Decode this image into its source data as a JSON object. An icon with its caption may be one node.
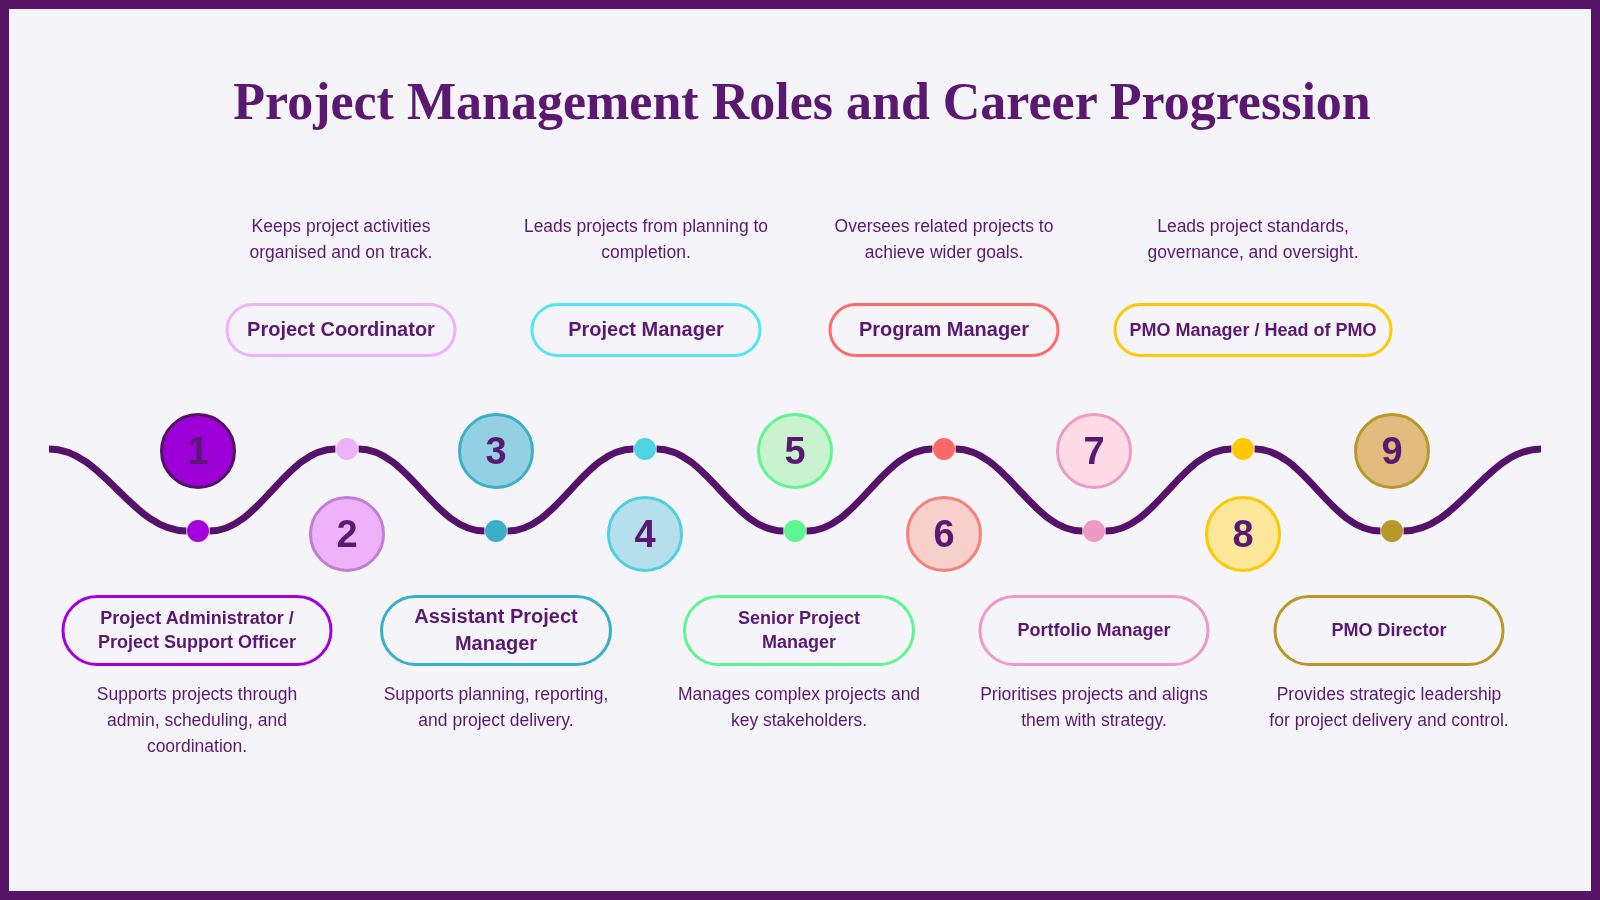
{
  "diagram": {
    "title": "Project Management Roles and Career Progression",
    "nodes": [
      {
        "text": [
          "1"
        ]
      },
      {
        "text": [],
        "shape": "circle"
      },
      {
        "text": [
          "Project Administrator / Project Support Officer"
        ],
        "beside": [
          "Supports projects through admin, scheduling, and coordination."
        ]
      },
      {
        "text": [
          "2"
        ]
      },
      {
        "text": [],
        "shape": "circle"
      },
      {
        "text": [
          "Project Coordinator"
        ],
        "beside": [
          "Keeps project activities organised and on track."
        ]
      },
      {
        "text": [
          "3"
        ]
      },
      {
        "text": [],
        "shape": "circle"
      },
      {
        "text": [
          "Assistant Project Manager"
        ],
        "beside": [
          "Supports planning, reporting, and project delivery."
        ]
      },
      {
        "text": [
          "4"
        ]
      },
      {
        "text": [],
        "shape": "circle"
      },
      {
        "text": [
          "Project Manager"
        ],
        "beside": [
          "Leads projects from planning to completion."
        ]
      },
      {
        "text": [
          "5"
        ]
      },
      {
        "text": [],
        "shape": "circle"
      },
      {
        "text": [
          "Senior Project Manager"
        ],
        "beside": [
          "Manages complex projects and key stakeholders."
        ]
      },
      {
        "text": [
          "6"
        ]
      },
      {
        "text": [],
        "shape": "circle"
      },
      {
        "text": [
          "Program Manager"
        ],
        "beside": [
          "Oversees related projects to achieve wider goals."
        ]
      },
      {
        "text": [
          "7"
        ]
      },
      {
        "text": [],
        "shape": "circle"
      },
      {
        "text": [
          "Portfolio Manager"
        ],
        "beside": [
          "Prioritises projects and aligns them with strategy."
        ]
      },
      {
        "text": [
          "8"
        ]
      },
      {
        "text": [],
        "shape": "circle"
      },
      {
        "text": [
          "PMO Manager / Head of PMO"
        ],
        "beside": [
          "Leads project standards, governance, and oversight."
        ]
      },
      {
        "text": [
          "9"
        ]
      },
      {
        "text": [],
        "shape": "circle"
      },
      {
        "text": [
          "PMO Director"
        ],
        "beside": [
          "Provides strategic leadership for project delivery and control."
        ]
      }
    ],
    "edges": [
      {
        "from": null,
        "to": 1,
        "arrow": "none"
      },
      {
        "from": 1,
        "to": 4,
        "arrow": "none"
      },
      {
        "from": 4,
        "to": 7,
        "arrow": "none"
      },
      {
        "from": 7,
        "to": 10,
        "arrow": "none"
      },
      {
        "from": 10,
        "to": 13,
        "arrow": "none"
      },
      {
        "from": 13,
        "to": 16,
        "arrow": "none"
      },
      {
        "from": 16,
        "to": 19,
        "arrow": "none"
      },
      {
        "from": 19,
        "to": 22,
        "arrow": "none"
      },
      {
        "from": 22,
        "to": 25,
        "arrow": "none"
      },
      {
        "from": 25,
        "to": null,
        "arrow": "none"
      }
    ]
  }
}
